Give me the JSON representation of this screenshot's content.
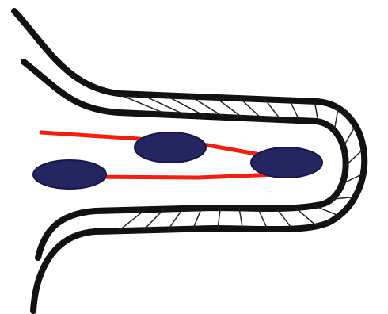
{
  "diagram": {
    "colors": {
      "background": "#ffffff",
      "wall": "#111111",
      "rung": "#222222",
      "filament": "#f41d10",
      "ellipse_fill": "#232660",
      "ellipse_stroke": "#15174a"
    },
    "parts": {
      "outer_wall_count": 2,
      "rung_count": 24,
      "filament_count": 2,
      "ellipse_count": 3
    }
  }
}
